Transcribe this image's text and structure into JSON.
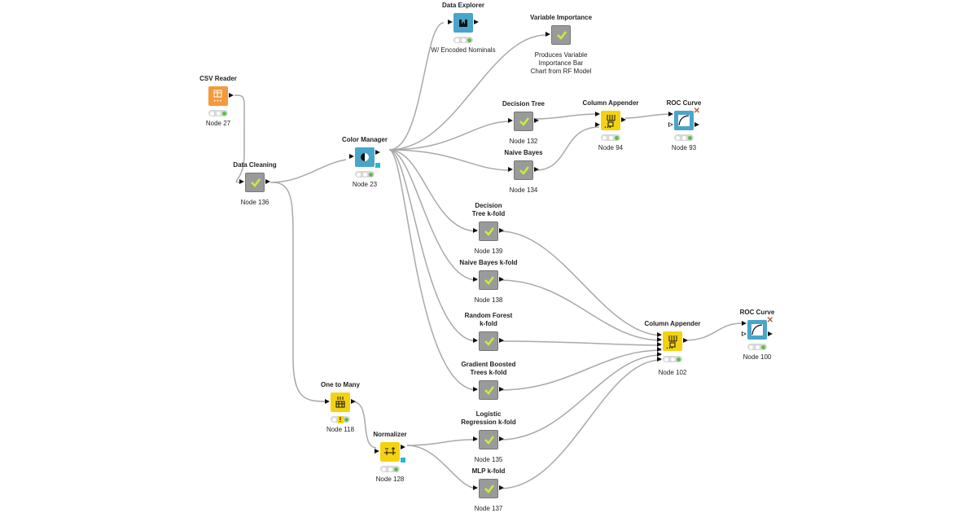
{
  "workflow": {
    "nodes": [
      {
        "id": "csv-reader",
        "title": "CSV Reader",
        "label": "Node 27"
      },
      {
        "id": "data-cleaning",
        "title": "Data Cleaning",
        "label": "Node 136"
      },
      {
        "id": "color-manager",
        "title": "Color Manager",
        "label": "Node 23"
      },
      {
        "id": "data-explorer",
        "title": "Data Explorer",
        "label": "W/ Encoded Nominals"
      },
      {
        "id": "variable-importance",
        "title": "Variable Importance",
        "label": "Produces Variable\nImportance Bar\nChart from RF Model"
      },
      {
        "id": "decision-tree",
        "title": "Decision Tree",
        "label": "Node 132"
      },
      {
        "id": "naive-bayes",
        "title": "Naive Bayes",
        "label": "Node 134"
      },
      {
        "id": "column-appender-94",
        "title": "Column Appender",
        "label": "Node 94"
      },
      {
        "id": "roc-curve-93",
        "title": "ROC Curve",
        "label": "Node 93"
      },
      {
        "id": "dt-kfold",
        "title": "Decision\nTree k-fold",
        "label": "Node 139"
      },
      {
        "id": "nb-kfold",
        "title": "Naive Bayes k-fold",
        "label": "Node 138"
      },
      {
        "id": "rf-kfold",
        "title": "Random Forest\nk-fold",
        "label": ""
      },
      {
        "id": "gbt-kfold",
        "title": "Gradient Boosted\nTrees k-fold",
        "label": ""
      },
      {
        "id": "column-appender-102",
        "title": "Column Appender",
        "label": "Node 102"
      },
      {
        "id": "roc-curve-100",
        "title": "ROC Curve",
        "label": "Node 100"
      },
      {
        "id": "one-to-many",
        "title": "One to Many",
        "label": "Node 118"
      },
      {
        "id": "normalizer",
        "title": "Normalizer",
        "label": "Node 128"
      },
      {
        "id": "lr-kfold",
        "title": "Logistic\nRegression k-fold",
        "label": "Node 135"
      },
      {
        "id": "mlp-kfold",
        "title": "MLP k-fold",
        "label": "Node 137"
      }
    ]
  },
  "colors": {
    "manipulator": "#9a9a9a",
    "yellow": "#f5d211",
    "orange": "#f39a3c",
    "blue": "#49a5c9",
    "wire": "#a9a9a9",
    "status_green": "#5bbf45",
    "check": "#c6f03a"
  }
}
